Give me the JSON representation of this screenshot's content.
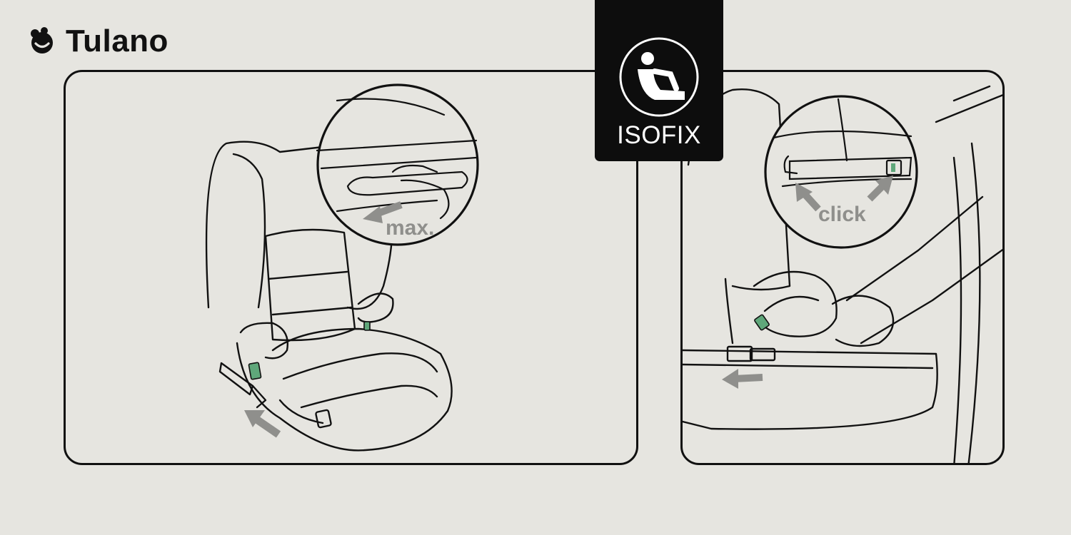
{
  "brand": {
    "name": "Tulano",
    "logo_icon": "smiling-face-logo-icon"
  },
  "badge": {
    "label": "ISOFIX",
    "icon": "child-in-seat-icon"
  },
  "panels": {
    "left": {
      "callout": "max."
    },
    "right": {
      "callout": "click"
    }
  },
  "colors": {
    "background": "#e6e5e0",
    "line": "#111111",
    "accent_green": "#5fa77a",
    "arrow_gray": "#8f8f8c",
    "badge_bg": "#0d0d0d"
  }
}
